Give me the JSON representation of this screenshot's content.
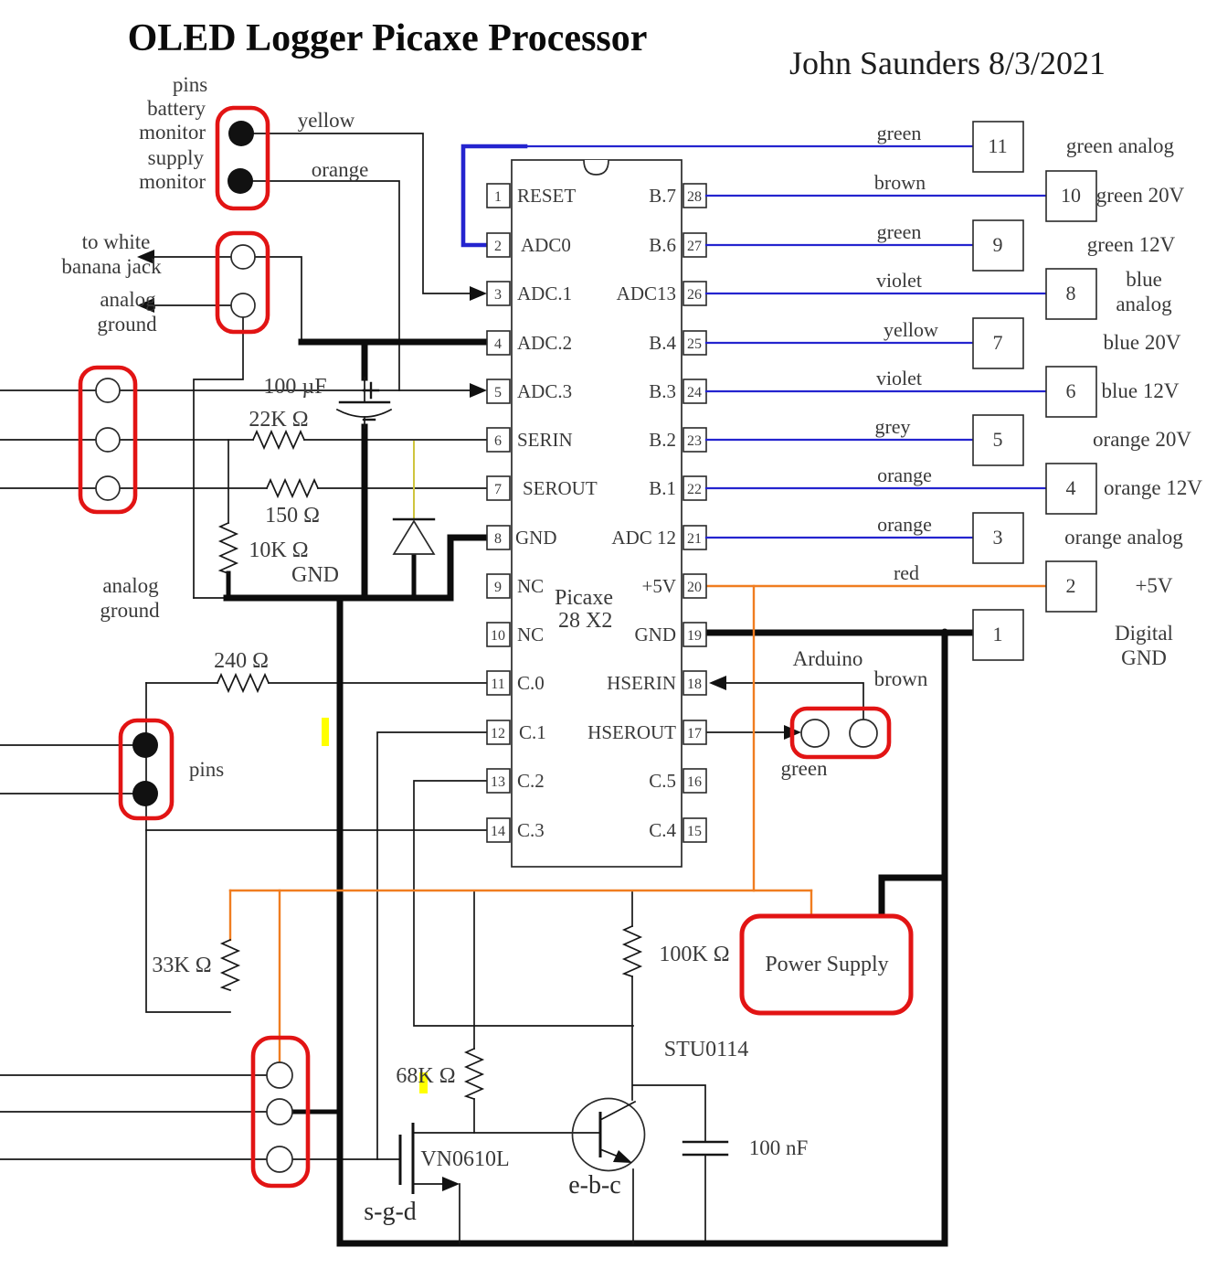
{
  "header": {
    "title": "OLED Logger Picaxe Processor",
    "author": "John Saunders  8/3/2021"
  },
  "top_connector": {
    "pins_label": "pins",
    "row1_line1": "battery",
    "row1_line2": "monitor",
    "row2_line1": "supply",
    "row2_line2": "monitor",
    "wire1": "yellow",
    "wire2": "orange"
  },
  "banana_connector": {
    "label1_line1": "to white",
    "label1_line2": "banana jack",
    "label2_line1": "analog",
    "label2_line2": "ground"
  },
  "components": {
    "cap_100uf": "100 µF",
    "r_22k": "22K Ω",
    "r_150": "150 Ω",
    "r_10k": "10K Ω",
    "gnd_label": "GND",
    "analog_gnd_line1": "analog",
    "analog_gnd_line2": "ground",
    "r_240": "240 Ω",
    "pins_label": "pins",
    "r_33k": "33K Ω",
    "r_68k": "68K Ω",
    "r_100k": "100K Ω",
    "bjt_part": "STU0114",
    "cap_100nf": "100 nF",
    "mosfet_part": "VN0610L",
    "mosfet_pins": "s-g-d",
    "bjt_pins": "e-b-c",
    "power_supply": "Power Supply"
  },
  "arduino": {
    "label": "Arduino",
    "wire_in": "brown",
    "wire_out": "green"
  },
  "ic": {
    "name_line1": "Picaxe",
    "name_line2": "28 X2",
    "left_pins": [
      {
        "num": "1",
        "label": "RESET"
      },
      {
        "num": "2",
        "label": "ADC0"
      },
      {
        "num": "3",
        "label": "ADC.1"
      },
      {
        "num": "4",
        "label": "ADC.2"
      },
      {
        "num": "5",
        "label": "ADC.3"
      },
      {
        "num": "6",
        "label": "SERIN"
      },
      {
        "num": "7",
        "label": "SEROUT"
      },
      {
        "num": "8",
        "label": "GND"
      },
      {
        "num": "9",
        "label": "NC"
      },
      {
        "num": "10",
        "label": "NC"
      },
      {
        "num": "11",
        "label": "C.0"
      },
      {
        "num": "12",
        "label": "C.1"
      },
      {
        "num": "13",
        "label": "C.2"
      },
      {
        "num": "14",
        "label": "C.3"
      }
    ],
    "right_pins": [
      {
        "num": "28",
        "label": "B.7"
      },
      {
        "num": "27",
        "label": "B.6"
      },
      {
        "num": "26",
        "label": "ADC13"
      },
      {
        "num": "25",
        "label": "B.4"
      },
      {
        "num": "24",
        "label": "B.3"
      },
      {
        "num": "23",
        "label": "B.2"
      },
      {
        "num": "22",
        "label": "B.1"
      },
      {
        "num": "21",
        "label": "ADC 12"
      },
      {
        "num": "20",
        "label": "+5V"
      },
      {
        "num": "19",
        "label": "GND"
      },
      {
        "num": "18",
        "label": "HSERIN"
      },
      {
        "num": "17",
        "label": "HSEROUT"
      },
      {
        "num": "16",
        "label": "C.5"
      },
      {
        "num": "15",
        "label": "C.4"
      }
    ]
  },
  "right_rows": [
    {
      "num": "11",
      "wire": "green",
      "label": "green analog"
    },
    {
      "num": "10",
      "wire": "brown",
      "label": "green 20V"
    },
    {
      "num": "9",
      "wire": "green",
      "label": "green 12V"
    },
    {
      "num": "8",
      "wire": "violet",
      "label": "blue",
      "label2": "analog"
    },
    {
      "num": "7",
      "wire": "yellow",
      "label": "blue 20V"
    },
    {
      "num": "6",
      "wire": "violet",
      "label": "blue 12V"
    },
    {
      "num": "5",
      "wire": "grey",
      "label": "orange 20V"
    },
    {
      "num": "4",
      "wire": "orange",
      "label": "orange 12V"
    },
    {
      "num": "3",
      "wire": "orange",
      "label": "orange analog"
    },
    {
      "num": "2",
      "wire": "red",
      "label": "+5V"
    },
    {
      "num": "1",
      "wire": "",
      "label": "Digital",
      "label2": "GND"
    }
  ],
  "colors": {
    "wire_blue": "#2424cf",
    "wire_orange": "#f07d20",
    "connector_red": "#e21414",
    "diode_wire_yellow": "#cfc53e",
    "highlight": "#ffff00"
  }
}
